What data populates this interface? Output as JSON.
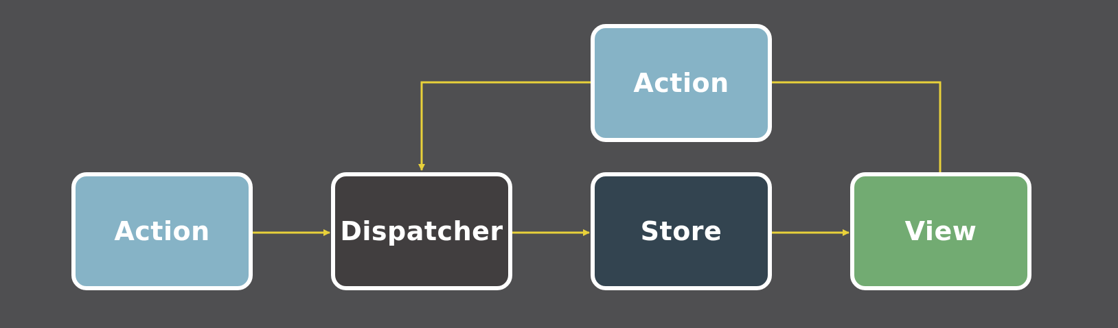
{
  "colors": {
    "background": "#4f4f51",
    "arrow": "#e8d13a",
    "border": "#ffffff",
    "action": "#86b3c6",
    "dispatcher": "#413e3f",
    "store": "#334450",
    "view": "#72ab72"
  },
  "nodes": {
    "action_left": {
      "label": "Action"
    },
    "dispatcher": {
      "label": "Dispatcher"
    },
    "store": {
      "label": "Store"
    },
    "view": {
      "label": "View"
    },
    "action_top": {
      "label": "Action"
    }
  },
  "edges": [
    {
      "from": "Action",
      "to": "Dispatcher"
    },
    {
      "from": "Dispatcher",
      "to": "Store"
    },
    {
      "from": "Store",
      "to": "View"
    },
    {
      "from": "View",
      "to": "Action (top)"
    },
    {
      "from": "Action (top)",
      "to": "Dispatcher"
    }
  ]
}
